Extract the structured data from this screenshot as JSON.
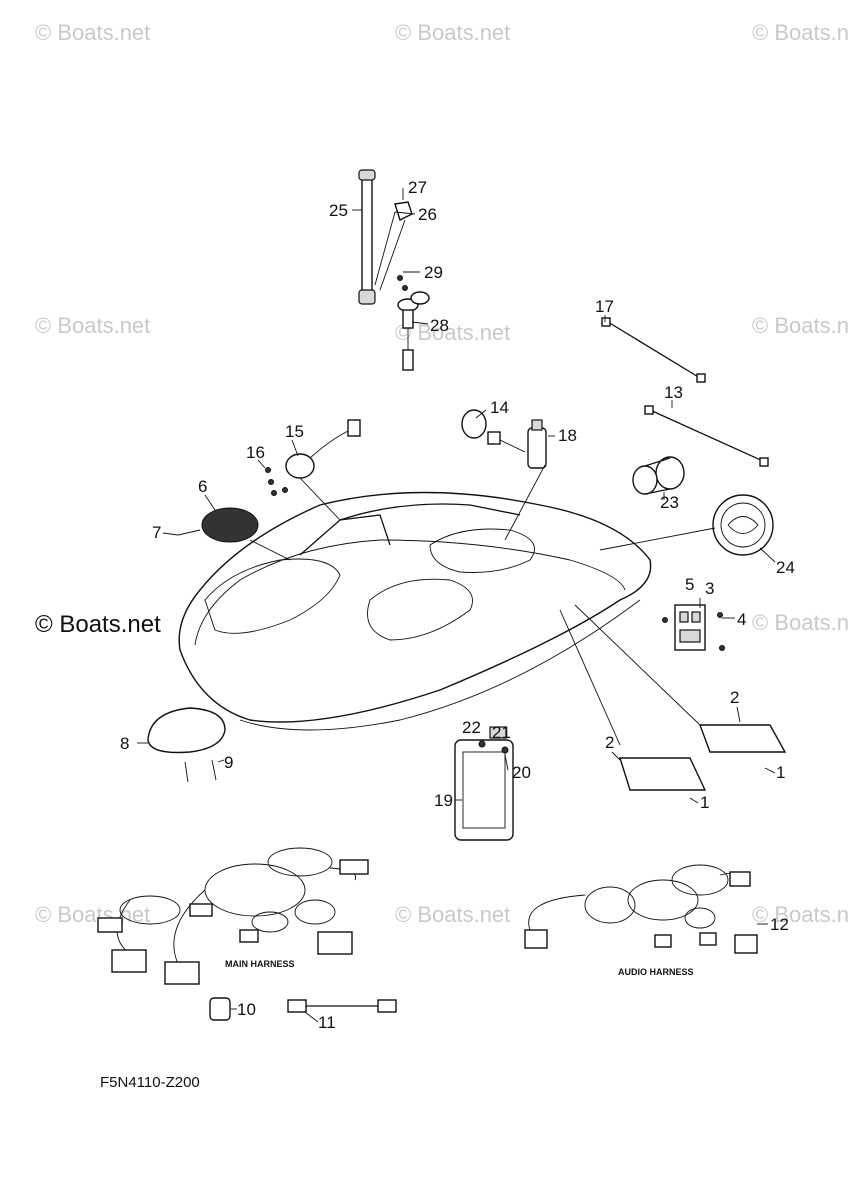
{
  "watermark": "© Boats.net",
  "diagram_code": "F5N4110-Z200",
  "harness_labels": {
    "main": "MAIN HARNESS",
    "audio": "AUDIO HARNESS"
  },
  "callouts": [
    "1",
    "1",
    "2",
    "2",
    "3",
    "4",
    "5",
    "6",
    "7",
    "8",
    "9",
    "10",
    "11",
    "12",
    "13",
    "14",
    "15",
    "16",
    "17",
    "18",
    "19",
    "20",
    "21",
    "22",
    "23",
    "24",
    "25",
    "26",
    "27",
    "28",
    "29"
  ]
}
